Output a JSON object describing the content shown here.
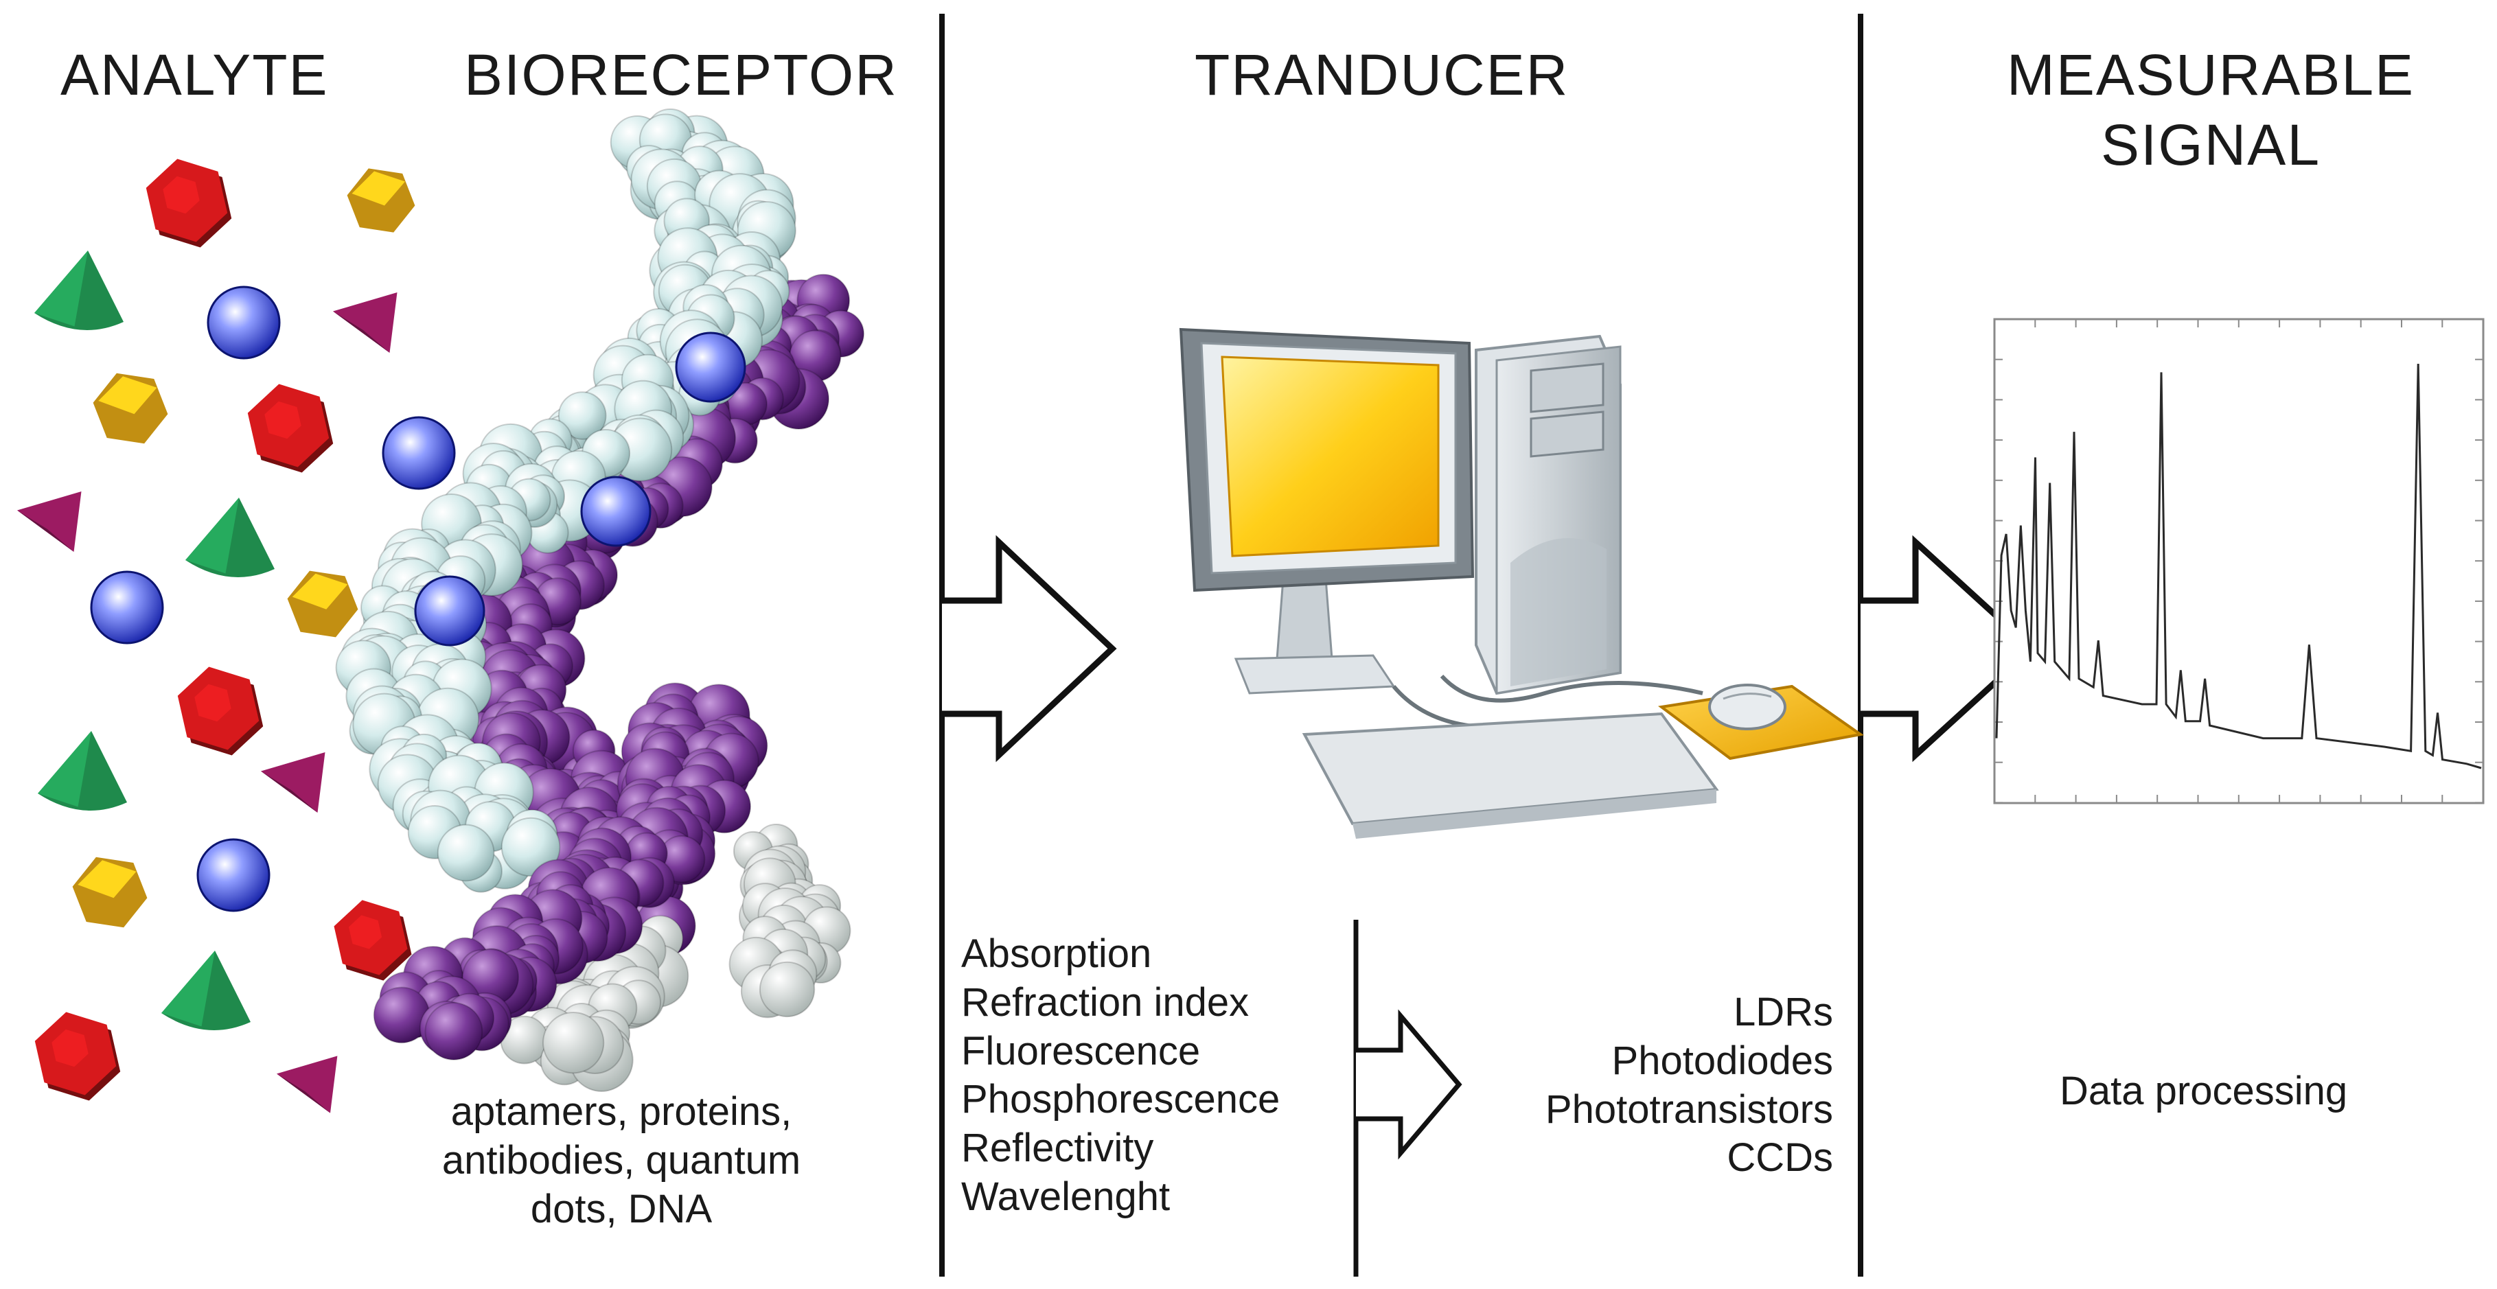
{
  "headers": {
    "analyte": "ANALYTE",
    "bioreceptor": "BIORECEPTOR",
    "transducer": "TRANDUCER",
    "signal_line1": "MEASURABLE",
    "signal_line2": "SIGNAL"
  },
  "bioreceptor_types": {
    "line1": "aptamers, proteins,",
    "line2": "antibodies, quantum",
    "line3": "dots, DNA"
  },
  "optical_properties": [
    "Absorption",
    "Refraction index",
    "Fluorescence",
    "Phosphorescence",
    "Reflectivity",
    "Wavelenght"
  ],
  "detectors": [
    "LDRs",
    "Photodiodes",
    "Phototransistors",
    "CCDs"
  ],
  "signal_caption": "Data processing",
  "icons": {
    "analyte_shapes": [
      "red-hexagon-icon",
      "yellow-hexagon-icon",
      "green-cone-icon",
      "purple-pyramid-icon",
      "blue-sphere-icon"
    ],
    "bioreceptor": "dna-double-helix-icon",
    "transducer": "desktop-computer-icon",
    "signal": "spectrum-plot-icon"
  },
  "colors": {
    "red": "#d7191c",
    "yellow": "#f3b317",
    "green": "#1f8a4c",
    "magenta": "#9c1b62",
    "blue": "#2a3fd6",
    "helix_light": "#cfe6e6",
    "helix_dark": "#6a2b8c",
    "screen": "#ffc300"
  }
}
